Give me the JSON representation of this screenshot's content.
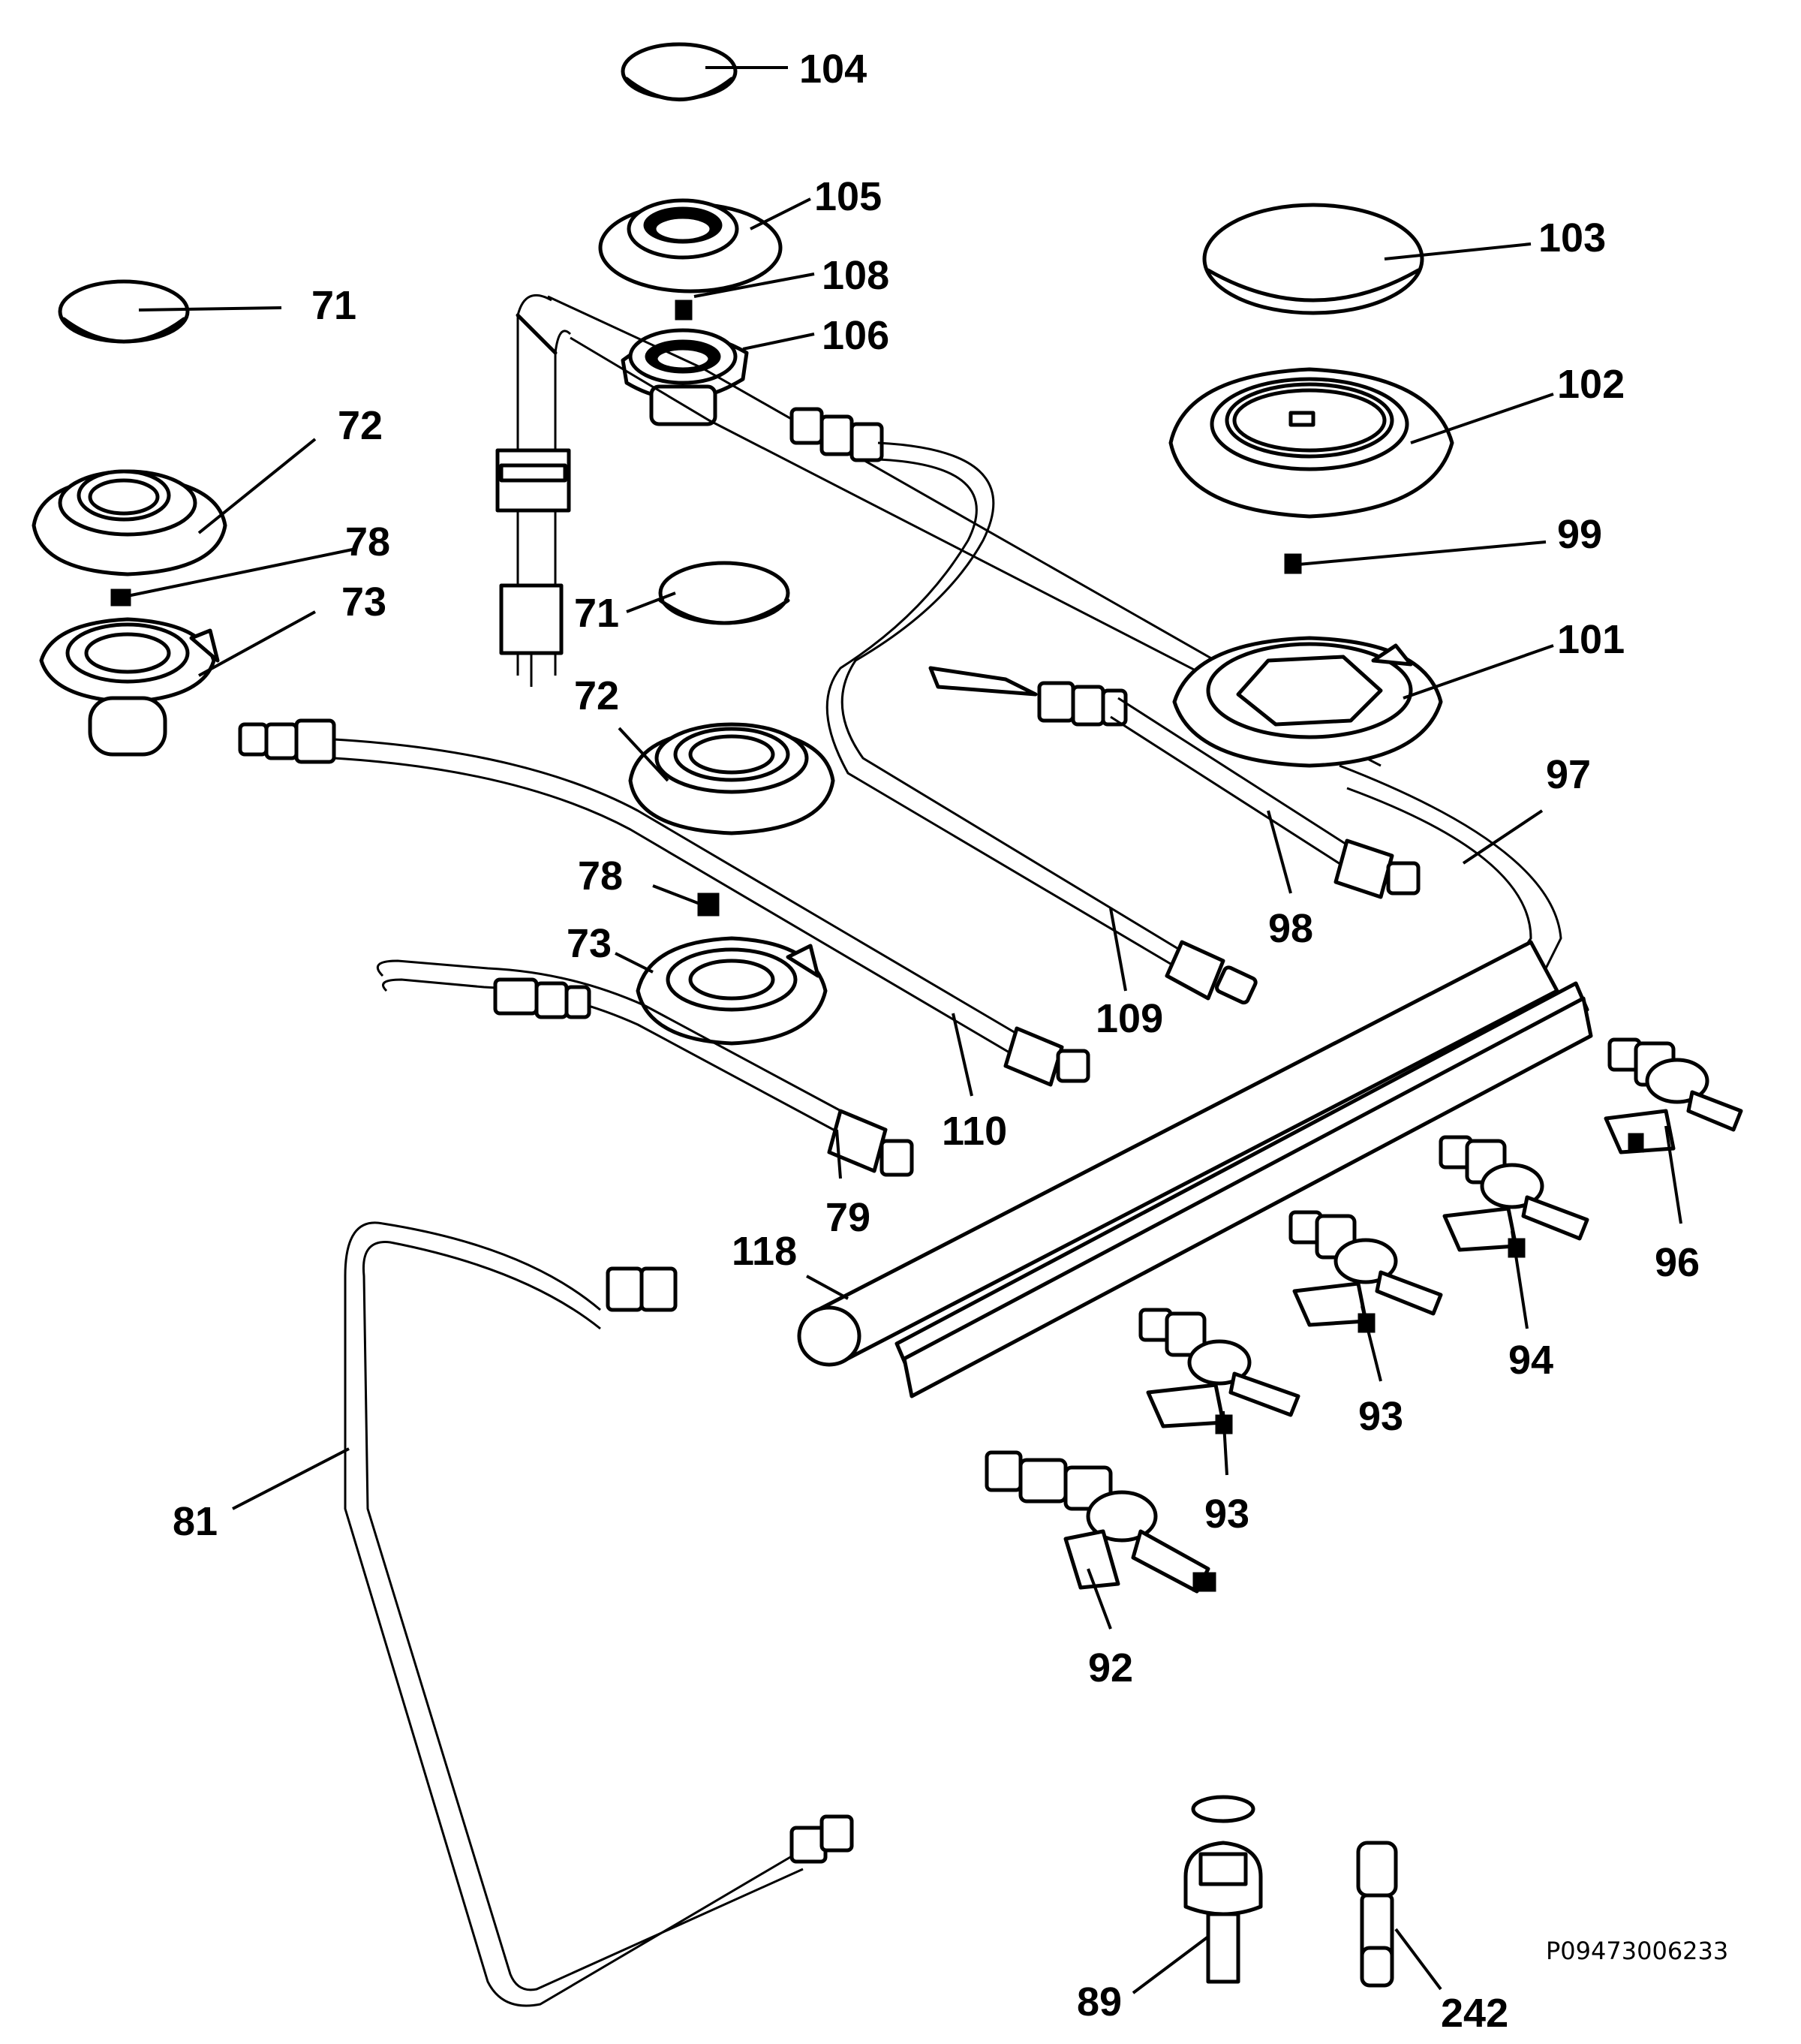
{
  "diagram": {
    "code": "P09473006233",
    "callouts": [
      {
        "id": "c104",
        "text": "104"
      },
      {
        "id": "c105",
        "text": "105"
      },
      {
        "id": "c108",
        "text": "108"
      },
      {
        "id": "c106",
        "text": "106"
      },
      {
        "id": "c103",
        "text": "103"
      },
      {
        "id": "c102",
        "text": "102"
      },
      {
        "id": "c99",
        "text": "99"
      },
      {
        "id": "c101",
        "text": "101"
      },
      {
        "id": "c71a",
        "text": "71"
      },
      {
        "id": "c72a",
        "text": "72"
      },
      {
        "id": "c78a",
        "text": "78"
      },
      {
        "id": "c73a",
        "text": "73"
      },
      {
        "id": "c71b",
        "text": "71"
      },
      {
        "id": "c72b",
        "text": "72"
      },
      {
        "id": "c78b",
        "text": "78"
      },
      {
        "id": "c73b",
        "text": "73"
      },
      {
        "id": "c97",
        "text": "97"
      },
      {
        "id": "c98",
        "text": "98"
      },
      {
        "id": "c109",
        "text": "109"
      },
      {
        "id": "c110",
        "text": "110"
      },
      {
        "id": "c79",
        "text": "79"
      },
      {
        "id": "c118",
        "text": "118"
      },
      {
        "id": "c96",
        "text": "96"
      },
      {
        "id": "c94",
        "text": "94"
      },
      {
        "id": "c93a",
        "text": "93"
      },
      {
        "id": "c93b",
        "text": "93"
      },
      {
        "id": "c92",
        "text": "92"
      },
      {
        "id": "c81",
        "text": "81"
      },
      {
        "id": "c89",
        "text": "89"
      },
      {
        "id": "c242",
        "text": "242"
      }
    ]
  }
}
